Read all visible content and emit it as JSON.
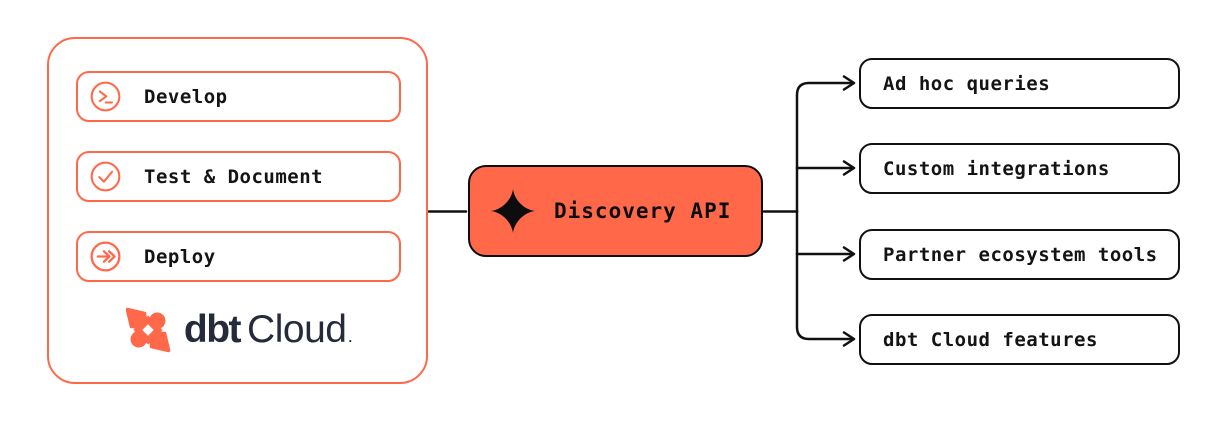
{
  "diagram": {
    "source_panel": {
      "name": "dbt Cloud",
      "stages": [
        {
          "label": "Develop",
          "icon": "terminal-icon"
        },
        {
          "label": "Test & Document",
          "icon": "check-circle-icon"
        },
        {
          "label": "Deploy",
          "icon": "deploy-arrow-icon"
        }
      ],
      "logo": {
        "bold": "dbt",
        "light": "Cloud",
        "trademark": ".",
        "icon": "dbt-logo-mark"
      }
    },
    "hub": {
      "label": "Discovery API",
      "icon": "sparkle-icon"
    },
    "outputs": [
      {
        "label": "Ad hoc queries"
      },
      {
        "label": "Custom integrations"
      },
      {
        "label": "Partner ecosystem tools"
      },
      {
        "label": "dbt Cloud features"
      }
    ],
    "colors": {
      "accent": "#FF694A",
      "line": "#111111",
      "navy": "#262B3C",
      "background": "#FFFFFF"
    }
  }
}
